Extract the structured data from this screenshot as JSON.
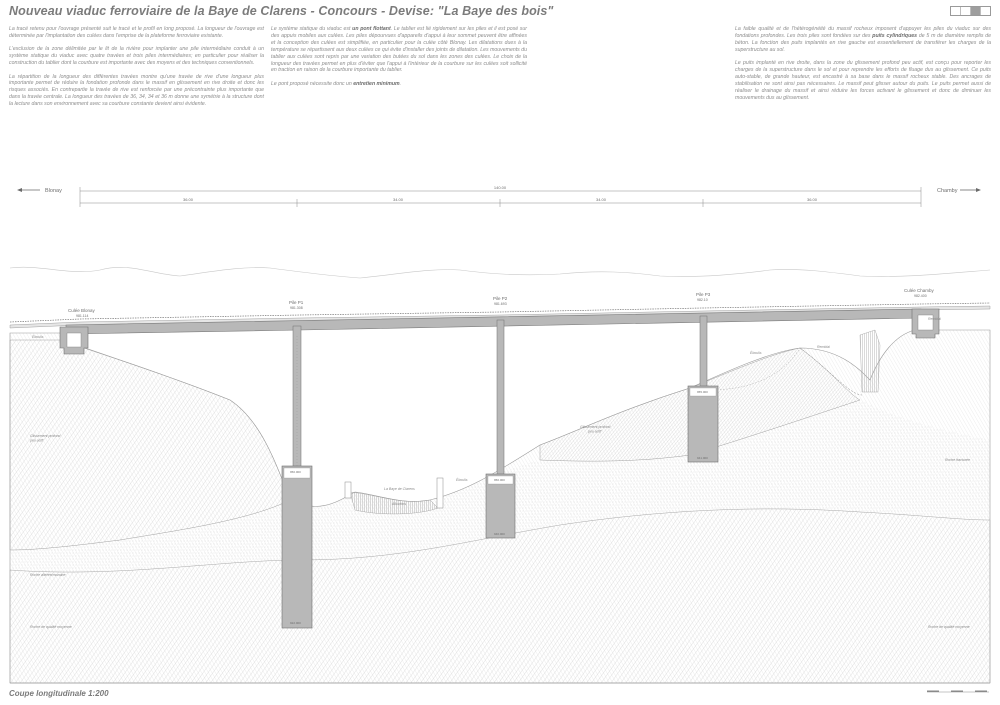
{
  "title": "Nouveau viaduc ferroviaire de la Baye de Clarens - Concours - Devise: \"La Baye des bois\"",
  "caption": "Coupe longitudinale 1:200",
  "text_columns": {
    "col1": [
      "La tracé retenu pour l'ouvrage présenté suit le tracé et le profil en long proposé. La longueur de l'ouvrage est déterminée par l'implantation des culées dans l'emprise de la plateforme ferroviaire existante.",
      "L'exclusion de la zone délimitée par le lit de la rivière pour implanter une pile intermédiaire conduit à un système statique du viaduc avec quatre travées et trois piles intermédiaires; en particulier pour réaliser la construction du tablier dont la courbure est importante avec des moyens et des techniques conventionnels.",
      "La répartition de la longueur des différentes travées montre qu'une travée de rive d'une longueur plus importante permet de réduire la fondation profonde dans le massif en glissement en rive droite et donc les risques associés. En contrepartie la travée de rive est renforcée par une précontrainte plus importante que dans la travée centrale. La longueur des travées de 36, 34, 34 et 36 m donne une symétrie à la structure dont la lecture dans son environnement avec sa courbure constante devient ainsi évidente."
    ],
    "col2_p1_pre": "Le système statique du viaduc est ",
    "col2_p1_bold": "un pont flottant",
    "col2_p1_post": ". Le tablier est lié rigidement sur les piles et il est posé sur des appuis mobiles aux culées. Les piles dépourvues d'appareils d'appui à leur sommet peuvent être affinées et la conception des culées est simplifiée, en particulier pour la culée côté Blonay. Les dilatations dues à la température se répartissent aux deux culées ce qui évite d'installer des joints de dilatation. Les mouvements du tablier aux culées sont repris par une variation des butées du sol dans les zones des culées. Le choix de la longueur des travées permet en plus d'éviter que l'appui à l'intérieur de la courbure sur les culées soit sollicité en traction en raison de la courbure importante du tablier.",
    "col2_p2_pre": "Le pont proposé nécessite donc un ",
    "col2_p2_bold": "entretien minimum",
    "col2_p2_post": ".",
    "col3_p1_pre": "La faible qualité et de l'hétérogénéité du massif rocheux imposent d'appuyer les piles du viaduc sur des fondations profondes. Les trois piles sont fondées sur des ",
    "col3_p1_bold": "puits cylindriques",
    "col3_p1_post": " de 5 m de diamètre remplis de béton. La fonction des puits implantés en rive gauche est essentiellement de transférer les charges de la superstructure au sol.",
    "col3_p2": "Le puits implanté en rive droite, dans la zone du glissement profond peu actif, est conçu pour reporter les charges de la superstructure dans le sol et pour reprendre les efforts de fluage dus au glissement. Ce puits auto-stable, de grande hauteur, est encastré à sa base dans le massif rocheux stable. Des ancrages de stabilisation ne sont ainsi pas nécessaires. Le massif peut glisser autour du puits. Le puits permet aussi de réaliser le drainage du massif et ainsi réduire les forces activant le glissement et donc de diminuer les mouvements dus au glissement."
  },
  "drawing": {
    "dir_left": "Blonay",
    "dir_right": "Chamby",
    "total_length": "140.00",
    "spans": [
      "36.00",
      "34.00",
      "34.00",
      "36.00"
    ],
    "abutment_left": {
      "name": "Culée Blonay",
      "level": "981.114"
    },
    "abutment_right": {
      "name": "Culée Chamby",
      "level": "982.400"
    },
    "piers": [
      {
        "name": "Pile P1",
        "level": "981.308",
        "shaft_top": "950.000",
        "shaft_bottom": "922.000"
      },
      {
        "name": "Pile P2",
        "level": "981.693",
        "shaft_top": "950.000",
        "shaft_bottom": "940.000"
      },
      {
        "name": "Pile P3",
        "level": "982.10",
        "shaft_top": "955.000",
        "shaft_bottom": "941.000"
      }
    ],
    "soil_labels": {
      "glissement_profond": "Glissement profond\npeu actif",
      "glissement_right": "Glissement profond\npeu actif",
      "eboulis_left": "Éboulis",
      "eboulis_river": "Éboulis",
      "eboulis_right": "Éboulis",
      "alluvions": "Alluvions",
      "river": "La Baye de Clarens",
      "remblai": "Remblai",
      "remblai_right": "Remblai",
      "moraine_left": "Roche altérée/moraine",
      "moraine_right": "Roche fracturée",
      "rock_left": "Roche de qualité moyenne",
      "rock_right": "Roche de qualité moyenne"
    }
  }
}
